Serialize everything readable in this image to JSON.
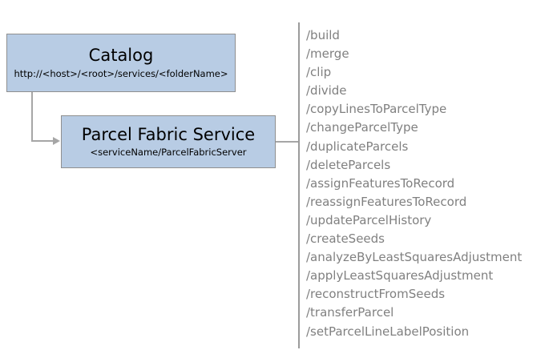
{
  "catalog": {
    "title": "Catalog",
    "subtitle": "http://<host>/<root>/services/<folderName>"
  },
  "service": {
    "title": "Parcel Fabric Service",
    "subtitle": "<serviceName/ParcelFabricServer"
  },
  "endpoints": {
    "items": [
      "/build",
      "/merge",
      "/clip",
      "/divide",
      "/copyLinesToParcelType",
      "/changeParcelType",
      "/duplicateParcels",
      "/deleteParcels",
      "/assignFeaturesToRecord",
      "/reassignFeaturesToRecord",
      "/updateParcelHistory",
      "/createSeeds",
      "/analyzeByLeastSquaresAdjustment",
      "/applyLeastSquaresAdjustment",
      "/reconstructFromSeeds",
      "/transferParcel",
      "/setParcelLineLabelPosition"
    ]
  },
  "colors": {
    "box_fill": "#b8cce4",
    "box_border": "#8f8f8f",
    "connector": "#a6a6a6",
    "endpoint_text": "#808080"
  }
}
